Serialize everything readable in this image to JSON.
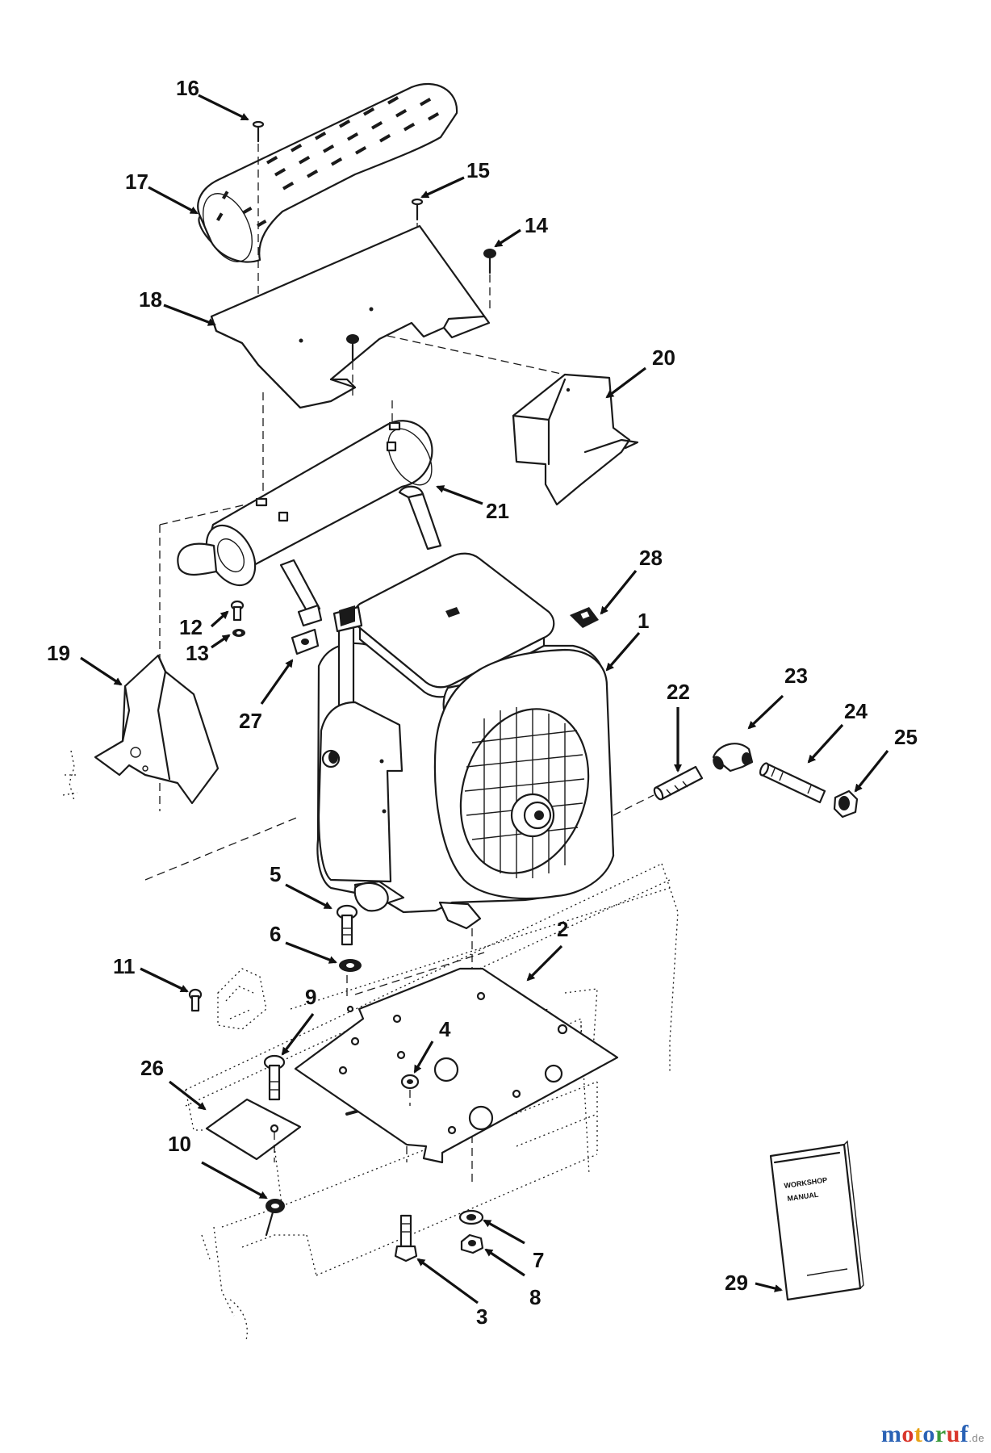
{
  "diagram": {
    "manual": {
      "line1": "WORKSHOP",
      "line2": "MANUAL"
    },
    "callouts": [
      {
        "id": "label-16",
        "text": "16"
      },
      {
        "id": "label-17",
        "text": "17"
      },
      {
        "id": "label-15",
        "text": "15"
      },
      {
        "id": "label-14",
        "text": "14"
      },
      {
        "id": "label-18",
        "text": "18"
      },
      {
        "id": "label-20",
        "text": "20"
      },
      {
        "id": "label-21",
        "text": "21"
      },
      {
        "id": "label-28",
        "text": "28"
      },
      {
        "id": "label-1",
        "text": "1"
      },
      {
        "id": "label-12",
        "text": "12"
      },
      {
        "id": "label-13",
        "text": "13"
      },
      {
        "id": "label-19",
        "text": "19"
      },
      {
        "id": "label-27",
        "text": "27"
      },
      {
        "id": "label-22",
        "text": "22"
      },
      {
        "id": "label-23",
        "text": "23"
      },
      {
        "id": "label-24",
        "text": "24"
      },
      {
        "id": "label-25",
        "text": "25"
      },
      {
        "id": "label-5",
        "text": "5"
      },
      {
        "id": "label-6",
        "text": "6"
      },
      {
        "id": "label-2",
        "text": "2"
      },
      {
        "id": "label-11",
        "text": "11"
      },
      {
        "id": "label-9",
        "text": "9"
      },
      {
        "id": "label-4",
        "text": "4"
      },
      {
        "id": "label-26",
        "text": "26"
      },
      {
        "id": "label-10",
        "text": "10"
      },
      {
        "id": "label-7",
        "text": "7"
      },
      {
        "id": "label-8",
        "text": "8"
      },
      {
        "id": "label-3",
        "text": "3"
      },
      {
        "id": "label-29",
        "text": "29"
      }
    ]
  },
  "watermark": {
    "logo_text": "motoruf",
    "suffix": ".de",
    "colors": [
      "#2a62b5",
      "#d9362b",
      "#e8a317",
      "#2a62b5",
      "#3a9a3a",
      "#d9362b",
      "#2a62b5"
    ]
  }
}
